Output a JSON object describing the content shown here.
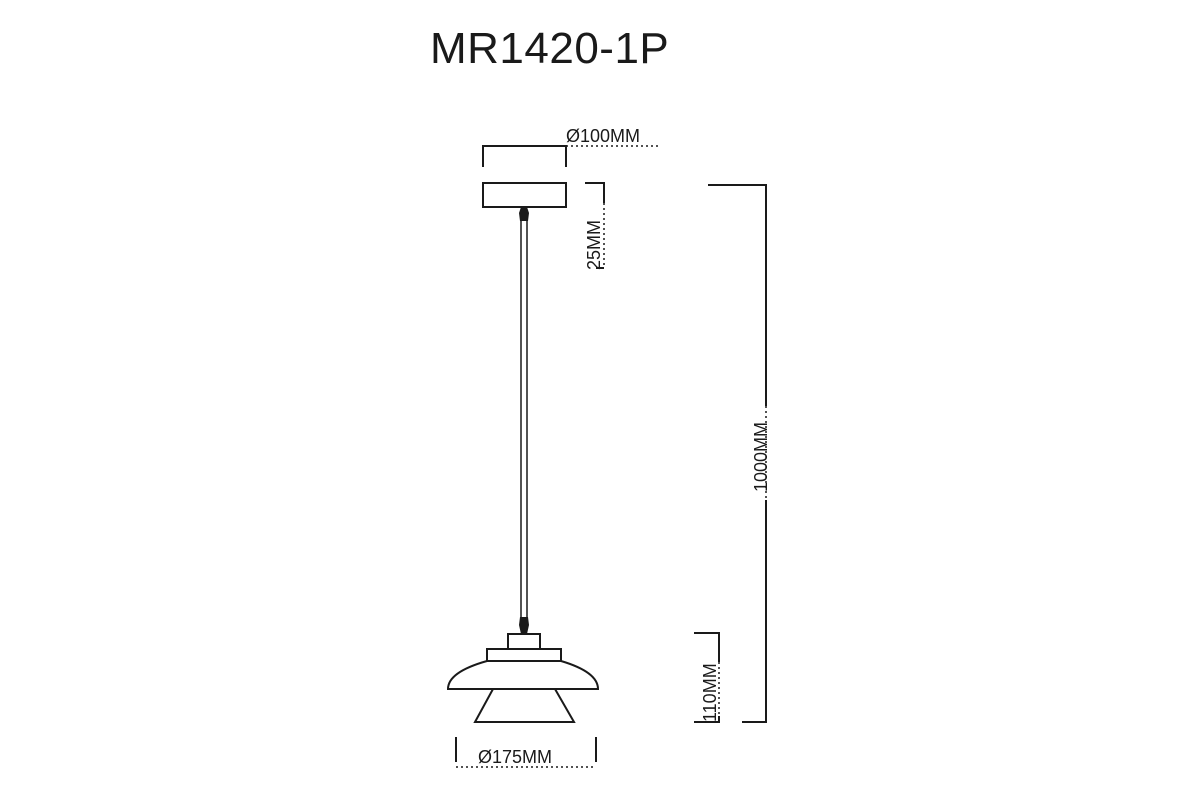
{
  "title": "MR1420-1P",
  "dimensions": {
    "canopy_diameter": "Ø100MM",
    "canopy_height": "25MM",
    "total_height": "1000MM",
    "shade_height": "110MM",
    "shade_diameter": "Ø175MM"
  }
}
